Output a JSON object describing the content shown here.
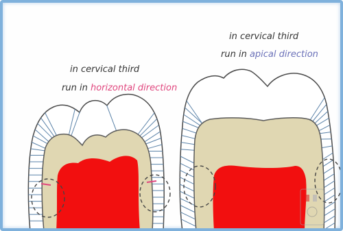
{
  "left_tooth": {
    "caption_line1": "in cervical third",
    "caption_line2_prefix": "run in ",
    "caption_line2_highlight": "horizontal direction",
    "highlight_color": "#e0457d"
  },
  "right_tooth": {
    "caption_line1": "in cervical third",
    "caption_line2_prefix": "run in ",
    "caption_line2_highlight": "apical direction",
    "highlight_color": "#6a70b8"
  },
  "colors": {
    "enamel_rods": "#5a82a8",
    "dentin": "#e0d7b2",
    "pulp": "#f20f0f",
    "outline": "#4a4a4a",
    "text": "#333333"
  }
}
